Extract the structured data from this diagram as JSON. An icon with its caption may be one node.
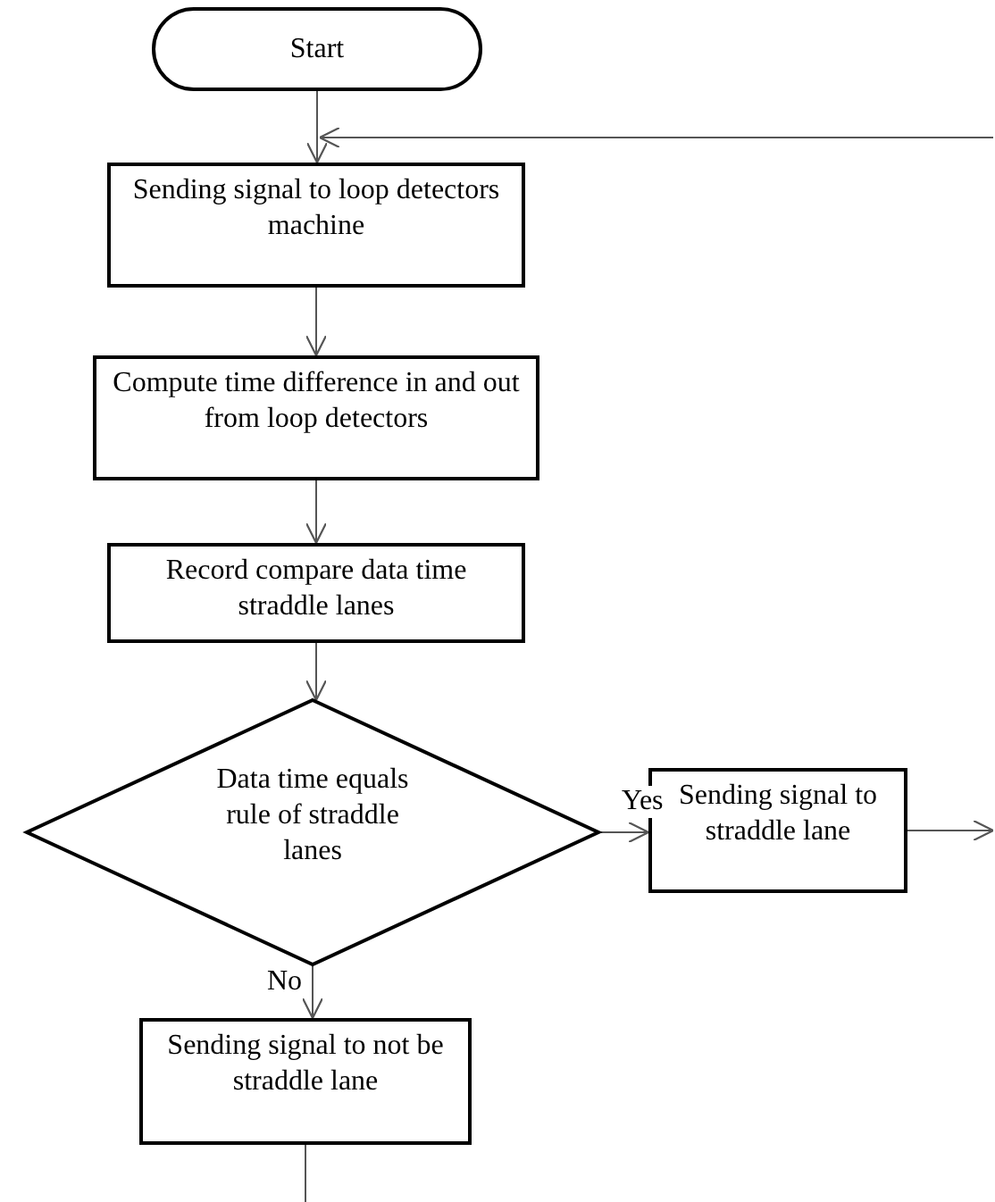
{
  "diagram": {
    "nodes": [
      {
        "text": [
          "Start"
        ]
      },
      {
        "text": [
          "Sending signal to loop detectors machine"
        ]
      },
      {
        "text": [
          "Compute time difference in and out from loop detectors"
        ]
      },
      {
        "text": [
          "Record compare data time straddle lanes"
        ]
      },
      {
        "text": [
          "Data time equals rule of straddle lanes"
        ]
      },
      {
        "text": [
          "Sending signal to straddle lane"
        ]
      },
      {
        "text": [
          "Sending signal to not be straddle lane"
        ]
      }
    ],
    "edges": [
      {
        "from": 0,
        "to": 1,
        "arrow": "to"
      },
      {
        "from": null,
        "to": 1,
        "arrow": "to"
      },
      {
        "from": 1,
        "to": 2,
        "arrow": "to"
      },
      {
        "from": 2,
        "to": 3,
        "arrow": "to"
      },
      {
        "from": 3,
        "to": 4,
        "arrow": "to"
      },
      {
        "from": 4,
        "to": 5,
        "label": "Yes",
        "arrow": "to"
      },
      {
        "from": 5,
        "to": null,
        "arrow": "to"
      },
      {
        "from": 4,
        "to": 6,
        "label": "No",
        "arrow": "to"
      },
      {
        "from": 6,
        "to": null,
        "arrow": "none"
      }
    ]
  }
}
